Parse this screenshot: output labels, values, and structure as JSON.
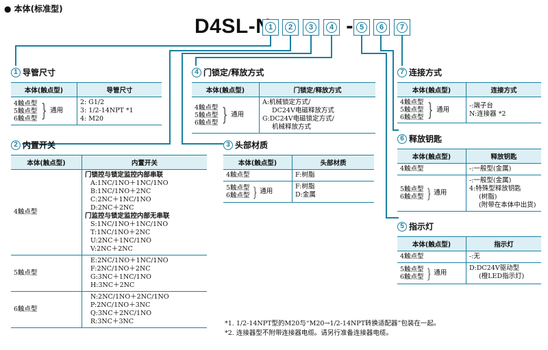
{
  "title": "本体(标准型)",
  "model": {
    "prefix": "D4SL-N",
    "slots_a": [
      "1",
      "2",
      "3",
      "4"
    ],
    "dash": "-",
    "slots_b": [
      "5",
      "6",
      "7"
    ]
  },
  "accent_color": "#1a7fa0",
  "header_bg": "#dceff5",
  "sections": {
    "s1": {
      "num": "1",
      "title": "导管尺寸",
      "headers": [
        "本体(触点型)",
        "导管尺寸"
      ],
      "types": [
        "4触点型",
        "5触点型",
        "6触点型"
      ],
      "common": "通用",
      "values": [
        "2:  G1/2",
        "3:  1/2-14NPT *1",
        "4:  M20"
      ]
    },
    "s2": {
      "num": "2",
      "title": "内置开关",
      "headers": [
        "本体(触点型)",
        "内置开关"
      ],
      "rows": [
        {
          "type": "4触点型",
          "groups": [
            {
              "heading": "门锁控与锁定监控内部串联",
              "items": [
                "A:1NC/1NO＋1NC/1NO",
                "B:1NC/1NO＋2NC",
                "C:2NC＋1NC/1NO",
                "D:2NC＋2NC"
              ]
            },
            {
              "heading": "门监控与锁定监控内部无串联",
              "items": [
                "S:1NC/1NO＋1NC/1NO",
                "T:1NC/1NO＋2NC",
                "U:2NC＋1NC/1NO",
                "V:2NC＋2NC"
              ]
            }
          ]
        },
        {
          "type": "5触点型",
          "groups": [
            {
              "heading": "",
              "items": [
                "E:2NC/1NO＋1NC/1NO",
                "F:2NC/1NO＋2NC",
                "G:3NC＋1NC/1NO",
                "H:3NC＋2NC"
              ]
            }
          ]
        },
        {
          "type": "6触点型",
          "groups": [
            {
              "heading": "",
              "items": [
                "N:2NC/1NO＋2NC/1NO",
                "P:2NC/1NO＋3NC",
                "Q:3NC＋2NC/1NO",
                "R:3NC＋3NC"
              ]
            }
          ]
        }
      ]
    },
    "s3": {
      "num": "3",
      "title": "头部材质",
      "headers": [
        "本体(触点型)",
        "头部材质"
      ],
      "row1": {
        "type": "4触点型",
        "value": "F:树脂"
      },
      "row2": {
        "types": [
          "5触点型",
          "6触点型"
        ],
        "common": "通用",
        "values": [
          "F:树脂",
          "D:金属"
        ]
      }
    },
    "s4": {
      "num": "4",
      "title": "门锁定/释放方式",
      "headers": [
        "本体(触点型)",
        "门锁定/释放方式"
      ],
      "types": [
        "4触点型",
        "5触点型",
        "6触点型"
      ],
      "common": "通用",
      "values": [
        "A:机械锁定方式/",
        "DC24V电磁释放方式",
        "G:DC24V电磁锁定方式/",
        "机械释放方式"
      ]
    },
    "s5": {
      "num": "5",
      "title": "指示灯",
      "headers": [
        "本体(触点型)",
        "指示灯"
      ],
      "row1": {
        "type": "4触点型",
        "value": "-:无"
      },
      "row2": {
        "types": [
          "5触点型",
          "6触点型"
        ],
        "common": "通用",
        "values": [
          "D:DC24V驱动型",
          "(橙LED指示灯)"
        ]
      }
    },
    "s6": {
      "num": "6",
      "title": "释放钥匙",
      "headers": [
        "本体(触点型)",
        "释放钥匙"
      ],
      "row1": {
        "type": "4触点型",
        "value": "-:一般型(金属)"
      },
      "row2": {
        "types": [
          "5触点型",
          "6触点型"
        ],
        "common": "通用",
        "values": [
          "-:一般型(金属)",
          "4:特殊型释放钥匙",
          "(树脂)",
          "(附带在本体中出货)"
        ]
      }
    },
    "s7": {
      "num": "7",
      "title": "连接方式",
      "headers": [
        "本体(触点型)",
        "连接方式"
      ],
      "types": [
        "4触点型",
        "5触点型",
        "6触点型"
      ],
      "common": "通用",
      "values": [
        "-:端子台",
        "N:连接器 *2"
      ]
    }
  },
  "notes": [
    "*1.  1/2-14NPT型的M20与“M20→1/2-14NPT转换适配器”包装在一起。",
    "*2.  连接器型不附带连接器电缆。请另行准备连接器电缆。"
  ]
}
